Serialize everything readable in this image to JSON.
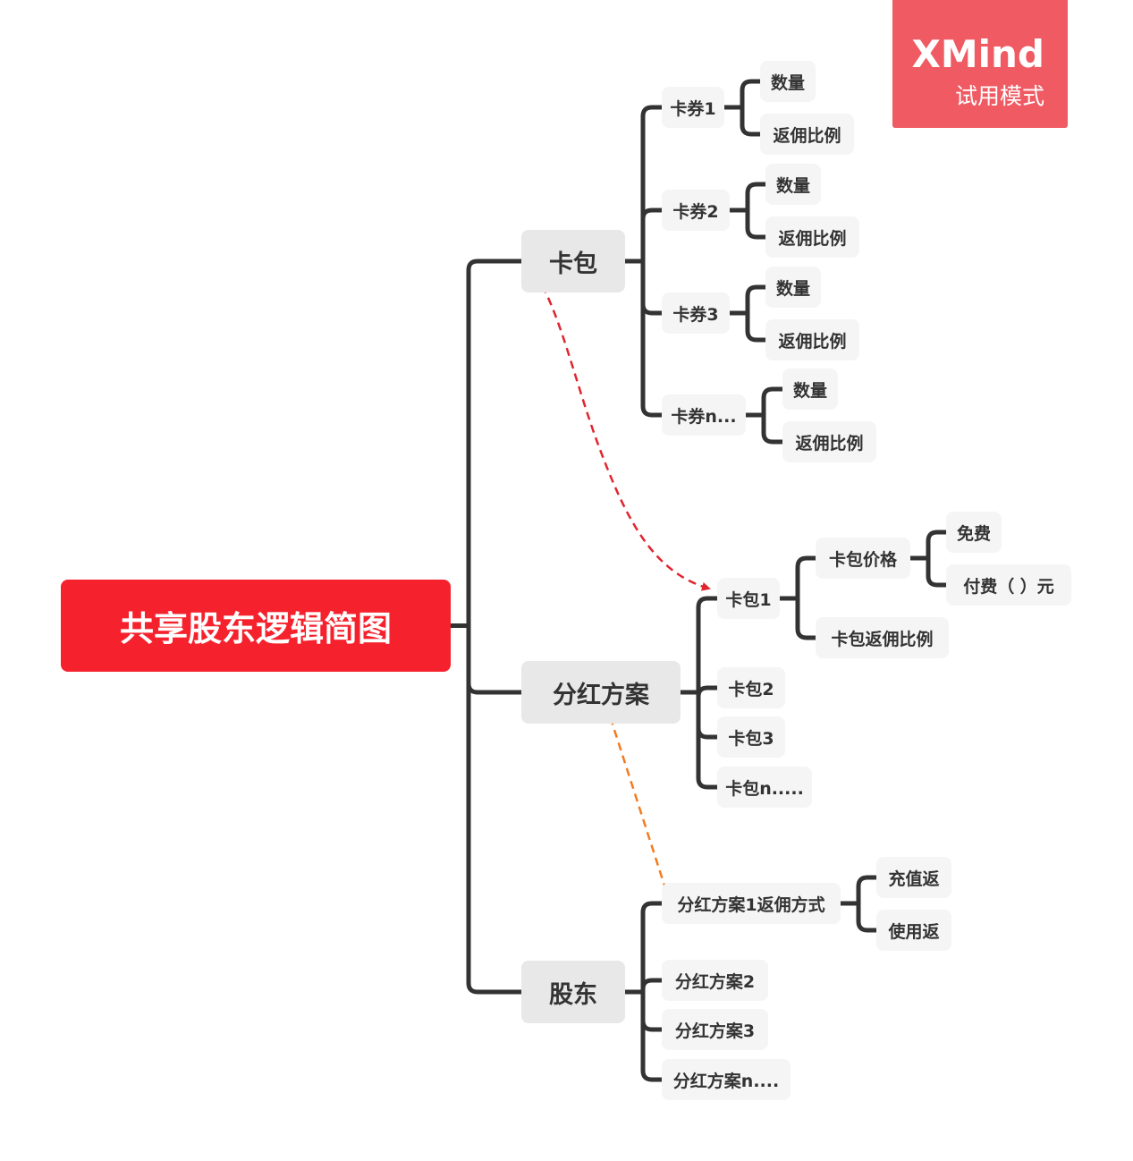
{
  "watermark": {
    "brand": "XMind",
    "mode": "试用模式",
    "color": "#ef5a63"
  },
  "colors": {
    "root_fill": "#f5222d",
    "main_fill": "#e8e8e8",
    "sub_fill": "#f5f5f5",
    "line": "#333333",
    "relation_red": "#e0252f",
    "relation_orange": "#f47a20"
  },
  "root": {
    "label": "共享股东逻辑简图"
  },
  "branches": [
    {
      "label": "卡包",
      "children": [
        {
          "label": "卡券1",
          "children": [
            {
              "label": "数量"
            },
            {
              "label": "返佣比例"
            }
          ]
        },
        {
          "label": "卡券2",
          "children": [
            {
              "label": "数量"
            },
            {
              "label": "返佣比例"
            }
          ]
        },
        {
          "label": "卡券3",
          "children": [
            {
              "label": "数量"
            },
            {
              "label": "返佣比例"
            }
          ]
        },
        {
          "label": "卡券n...",
          "children": [
            {
              "label": "数量"
            },
            {
              "label": "返佣比例"
            }
          ]
        }
      ]
    },
    {
      "label": "分红方案",
      "children": [
        {
          "label": "卡包1",
          "children": [
            {
              "label": "卡包价格",
              "children": [
                {
                  "label": "免费"
                },
                {
                  "label": "付费（ ）元"
                }
              ]
            },
            {
              "label": "卡包返佣比例"
            }
          ]
        },
        {
          "label": "卡包2"
        },
        {
          "label": "卡包3"
        },
        {
          "label": "卡包n....."
        }
      ]
    },
    {
      "label": "股东",
      "children": [
        {
          "label": "分红方案1返佣方式",
          "children": [
            {
              "label": "充值返"
            },
            {
              "label": "使用返"
            }
          ]
        },
        {
          "label": "分红方案2"
        },
        {
          "label": "分红方案3"
        },
        {
          "label": "分红方案n...."
        }
      ]
    }
  ],
  "relationships": [
    {
      "from": "卡包",
      "to": "卡包1",
      "color": "#e0252f",
      "style": "dashed"
    },
    {
      "from": "分红方案1返佣方式",
      "to": "分红方案",
      "color": "#f47a20",
      "style": "dashed"
    }
  ]
}
